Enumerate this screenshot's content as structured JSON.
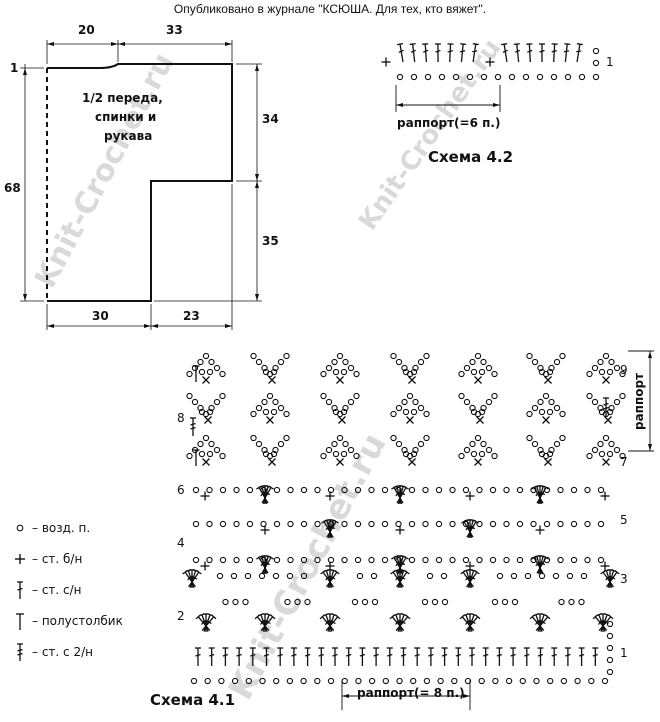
{
  "header": {
    "text": "Опубликовано в журнале \"КСЮША. Для тех, кто вяжет\"."
  },
  "schematic": {
    "label_lines": [
      "1/2 переда,",
      "спинки и",
      "рукава"
    ],
    "dim_top_left": "20",
    "dim_top_right": "33",
    "dim_left_tick": "1",
    "dim_left": "68",
    "dim_right_top": "34",
    "dim_right_bottom": "35",
    "dim_bottom_left": "30",
    "dim_bottom_right": "23"
  },
  "scheme_4_2": {
    "title": "Схема 4.2",
    "repeat_label": "раппорт(=6 п.)",
    "row_label": "1"
  },
  "scheme_4_1": {
    "title": "Схема 4.1",
    "repeat_label": "раппорт(= 8 п.)",
    "vertical_repeat_label": "раппорт",
    "row_numbers": [
      "1",
      "2",
      "3",
      "4",
      "5",
      "6",
      "7",
      "8",
      "9"
    ]
  },
  "legend": {
    "items": [
      {
        "symbol": "chain-stitch-icon",
        "label": "– возд. п."
      },
      {
        "symbol": "single-crochet-icon",
        "label": "– ст. б/н"
      },
      {
        "symbol": "double-crochet-icon",
        "label": "– ст. с/н"
      },
      {
        "symbol": "half-double-crochet-icon",
        "label": "– полустолбик"
      },
      {
        "symbol": "treble-crochet-icon",
        "label": "– ст. с 2/н"
      }
    ]
  },
  "watermarks": [
    "Knit-Crochet.ru",
    "Knit-Crochet.ru",
    "Knit-Crochet.ru",
    "Knit-Crochet.ru"
  ]
}
